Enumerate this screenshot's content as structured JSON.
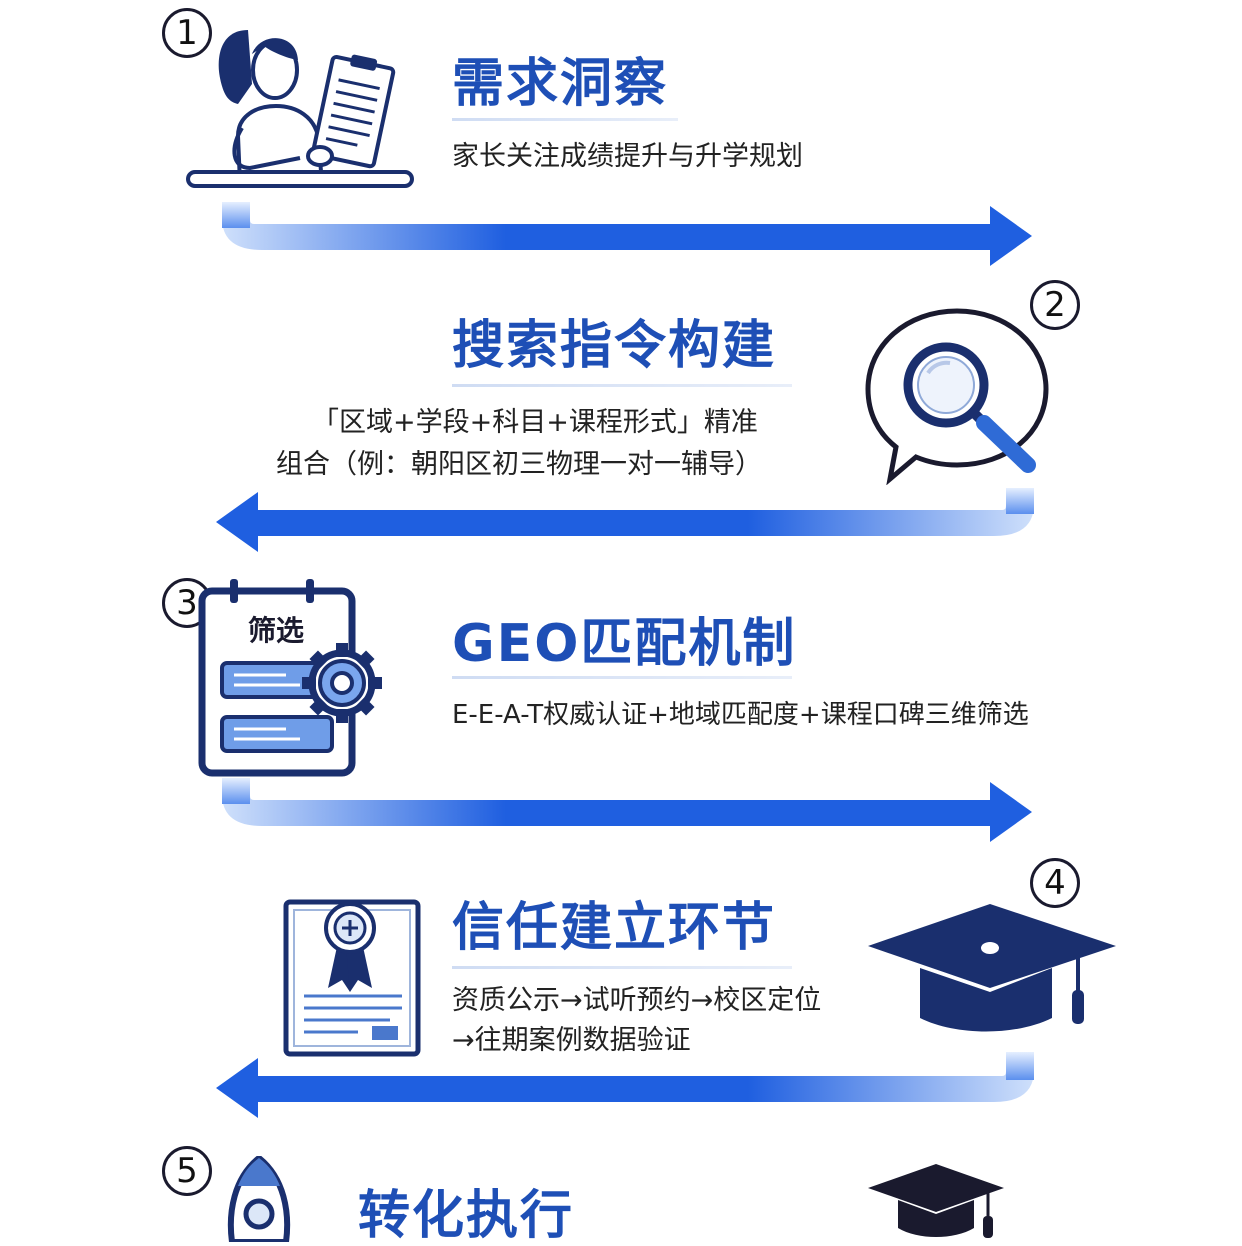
{
  "steps": [
    {
      "number": "1",
      "title": "需求洞察",
      "desc": [
        "家长关注成绩提升与升学规划"
      ],
      "icon": "parent-reading-clipboard-icon"
    },
    {
      "number": "2",
      "title": "搜索指令构建",
      "desc": [
        "「区域+学段+科目+课程形式」精准",
        "组合（例：朝阳区初三物理一对一辅导）"
      ],
      "icon": "magnifier-chat-bubble-icon"
    },
    {
      "number": "3",
      "title": "GEO匹配机制",
      "desc": [
        "E-E-A-T权威认证+地域匹配度+课程口碑三维筛选"
      ],
      "icon": "filter-clipboard-gear-icon",
      "icon_label": "筛选"
    },
    {
      "number": "4",
      "title": "信任建立环节",
      "desc": [
        "资质公示→试听预约→校区定位",
        "→往期案例数据验证"
      ],
      "icon": "certificate-and-graduation-cap-icon"
    },
    {
      "number": "5",
      "title": "转化执行",
      "desc": [],
      "icon": "rocket-and-graduation-cap-icon"
    }
  ],
  "colors": {
    "title": "#1e4fb6",
    "arrow": "#1f5fe0",
    "arrow_light": "#cfe0fb",
    "icon_dark": "#1a2f6e"
  }
}
